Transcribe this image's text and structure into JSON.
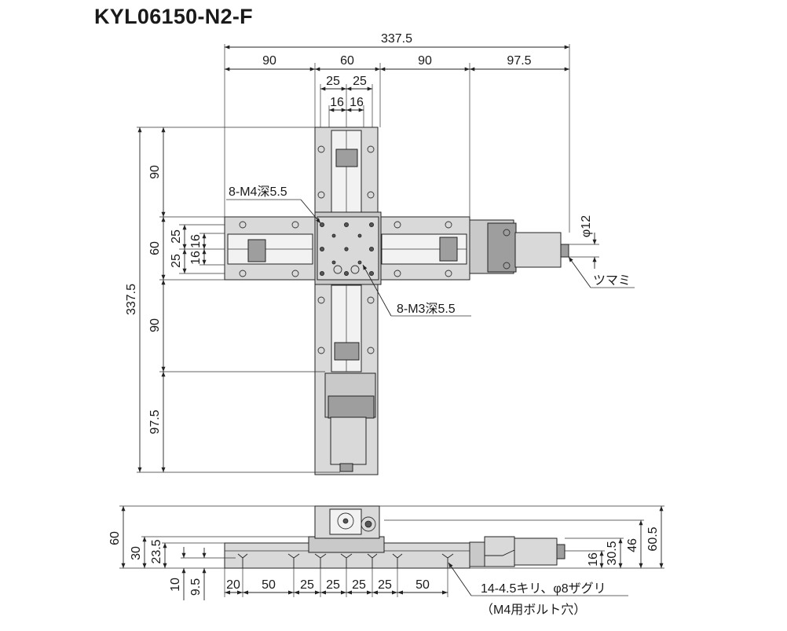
{
  "title": "KYL06150-N2-F",
  "top_view": {
    "h_dims": {
      "overall": "337.5",
      "seg1": "90",
      "seg2": "60",
      "seg3": "90",
      "seg4": "97.5",
      "pitch25a": "25",
      "pitch25b": "25",
      "pitch16a": "16",
      "pitch16b": "16"
    },
    "v_dims": {
      "overall": "337.5",
      "seg1": "90",
      "seg2": "60",
      "seg3": "90",
      "seg4": "97.5",
      "pitch25a": "25",
      "pitch25b": "25",
      "pitch16a": "16",
      "pitch16b": "16"
    },
    "callouts": {
      "m4": "8-M4深5.5",
      "m3": "8-M3深5.5",
      "knob_dia": "φ12",
      "knob": "ツマミ"
    }
  },
  "side_view": {
    "left_dims": {
      "h60": "60",
      "h30": "30",
      "h23_5": "23.5",
      "h10": "10",
      "h9_5": "9.5"
    },
    "bottom_dims": [
      "20",
      "50",
      "25",
      "25",
      "25",
      "25",
      "50"
    ],
    "right_dims": {
      "h16": "16",
      "h30_5": "30.5",
      "h46": "46",
      "h60_5": "60.5"
    },
    "hole_note_line1": "14-4.5キリ、φ8ザグリ",
    "hole_note_line2": "（M4用ボルト穴）"
  },
  "colors": {
    "body": "#c9c9c9",
    "line": "#222222"
  }
}
